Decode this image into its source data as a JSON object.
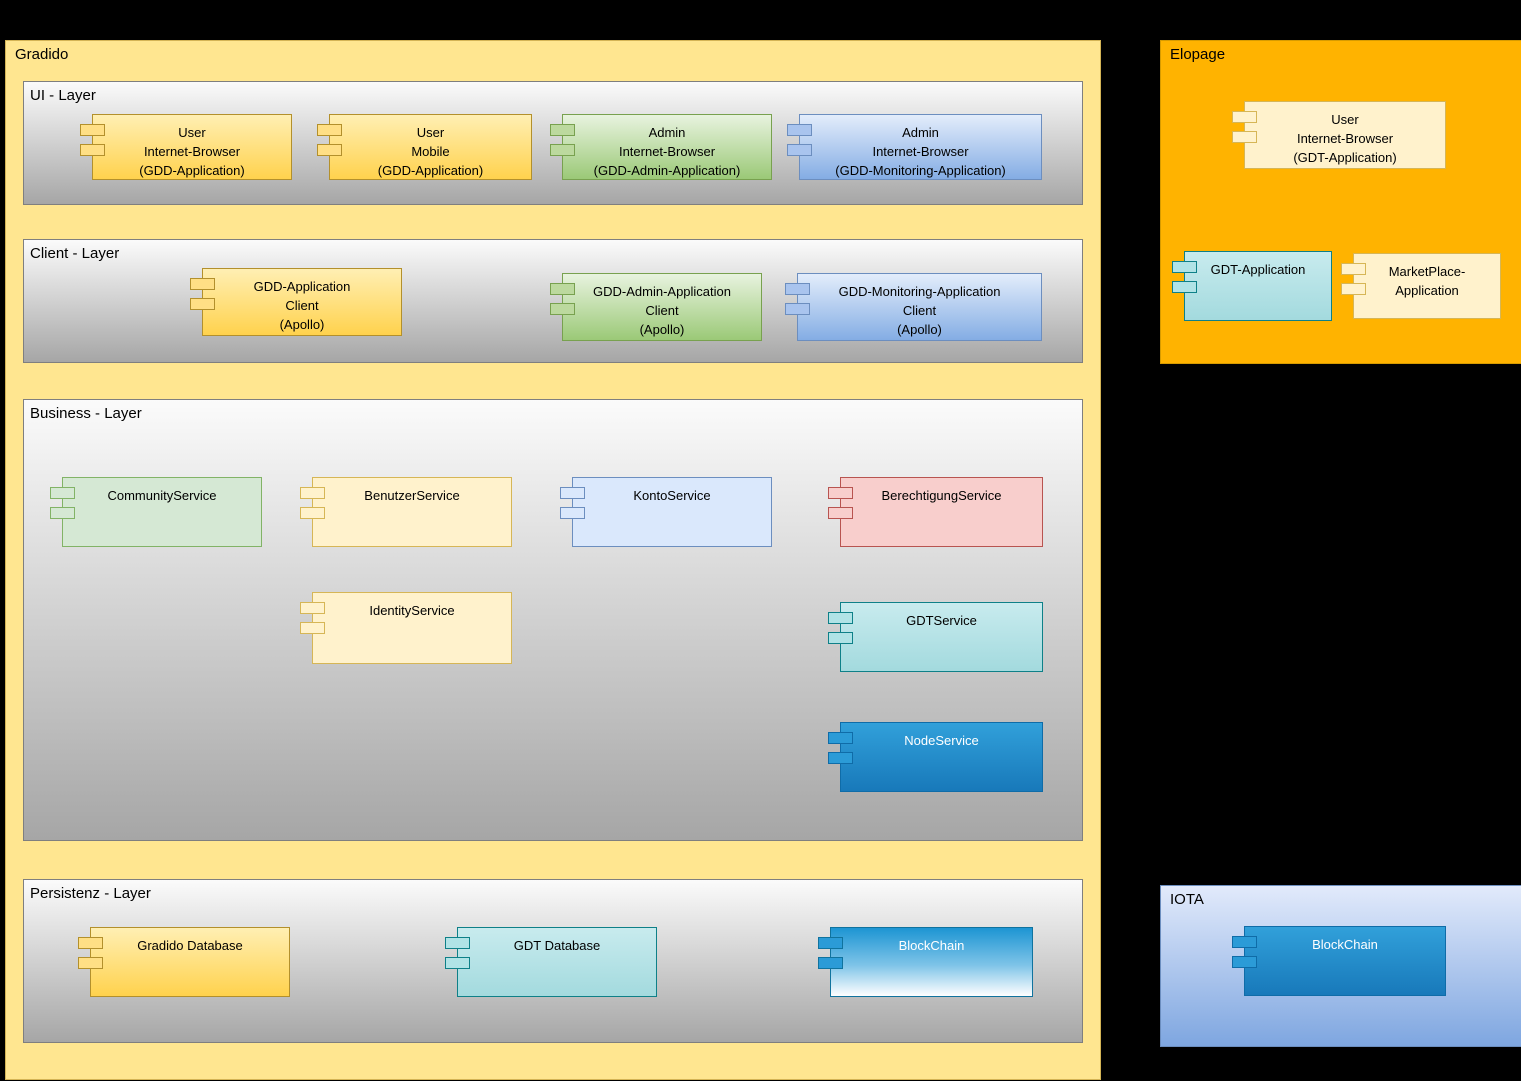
{
  "diagram": {
    "palette": {
      "background": "#000000",
      "gradido_fill": "#ffe690",
      "elopage_fill": "#ffb300",
      "iota_fill_top": "#e2eafb",
      "iota_fill_bottom": "#7ea6e0",
      "layer_fill_top": "#fbfbfb",
      "layer_fill_bottom": "#a6a6a6",
      "yellow_component": "#ffd24d",
      "green_component": "#9bc977",
      "blue_component": "#84ade4",
      "cream_component": "#fff2cc",
      "green_flat_component": "#d5e8d4",
      "blue_flat_component": "#dae8fc",
      "pink_component": "#f8cecc",
      "teal_component": "#b0e3e6",
      "node_blue_component": "#1e93d0"
    },
    "gradido": {
      "label": "Gradido",
      "ui_layer": {
        "label": "UI - Layer",
        "components": [
          {
            "label": "User\nInternet-Browser\n(GDD-Application)"
          },
          {
            "label": "User\nMobile\n(GDD-Application)"
          },
          {
            "label": "Admin\nInternet-Browser\n(GDD-Admin-Application)"
          },
          {
            "label": "Admin\nInternet-Browser\n(GDD-Monitoring-Application)"
          }
        ]
      },
      "client_layer": {
        "label": "Client - Layer",
        "components": [
          {
            "label": "GDD-Application\nClient\n(Apollo)"
          },
          {
            "label": "GDD-Admin-Application\nClient\n(Apollo)"
          },
          {
            "label": "GDD-Monitoring-Application\nClient\n(Apollo)"
          }
        ]
      },
      "business_layer": {
        "label": "Business - Layer",
        "components": [
          {
            "label": "CommunityService"
          },
          {
            "label": "BenutzerService"
          },
          {
            "label": "KontoService"
          },
          {
            "label": "BerechtigungService"
          },
          {
            "label": "IdentityService"
          },
          {
            "label": "GDTService"
          },
          {
            "label": "NodeService"
          }
        ]
      },
      "persistenz_layer": {
        "label": "Persistenz - Layer",
        "components": [
          {
            "label": "Gradido Database"
          },
          {
            "label": "GDT Database"
          },
          {
            "label": "BlockChain"
          }
        ]
      }
    },
    "elopage": {
      "label": "Elopage",
      "components": [
        {
          "label": "User\nInternet-Browser\n(GDT-Application)"
        },
        {
          "label": "GDT-Application"
        },
        {
          "label": "MarketPlace-\nApplication"
        }
      ]
    },
    "iota": {
      "label": "IOTA",
      "components": [
        {
          "label": "BlockChain"
        }
      ]
    }
  }
}
